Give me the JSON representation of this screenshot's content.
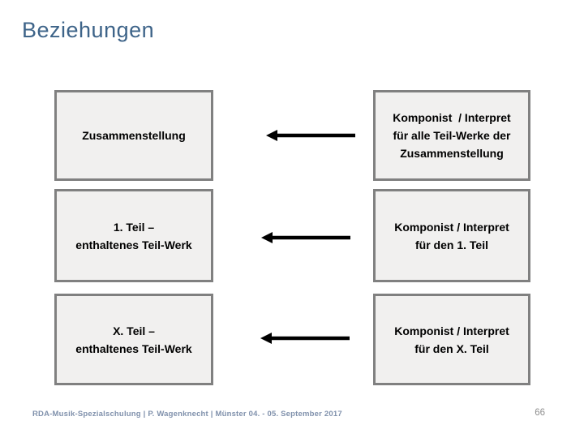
{
  "slide": {
    "title": "Beziehungen",
    "diagram": {
      "rows": [
        {
          "left": "Zusammenstellung",
          "right": "Komponist  / Interpret\nfür alle Teil-Werke der\nZusammenstellung",
          "arrow_direction": "left"
        },
        {
          "left": "1. Teil –\nenthaltenes Teil-Werk",
          "right": "Komponist / Interpret\nfür den 1. Teil",
          "arrow_direction": "left"
        },
        {
          "left": "X. Teil –\nenthaltenes Teil-Werk",
          "right": "Komponist / Interpret\nfür den X. Teil",
          "arrow_direction": "left"
        }
      ]
    },
    "footer": {
      "text": "RDA-Musik-Spezialschulung |  P. Wagenknecht | Münster 04. - 05. September 2017",
      "page_number": "66"
    },
    "colors": {
      "title": "#3e6489",
      "box_border": "#808080",
      "box_fill": "#f1f0ef",
      "box_text": "#000000",
      "arrow": "#000000",
      "footer_text": "#8091ac",
      "page_number": "#8f8f8f"
    }
  }
}
